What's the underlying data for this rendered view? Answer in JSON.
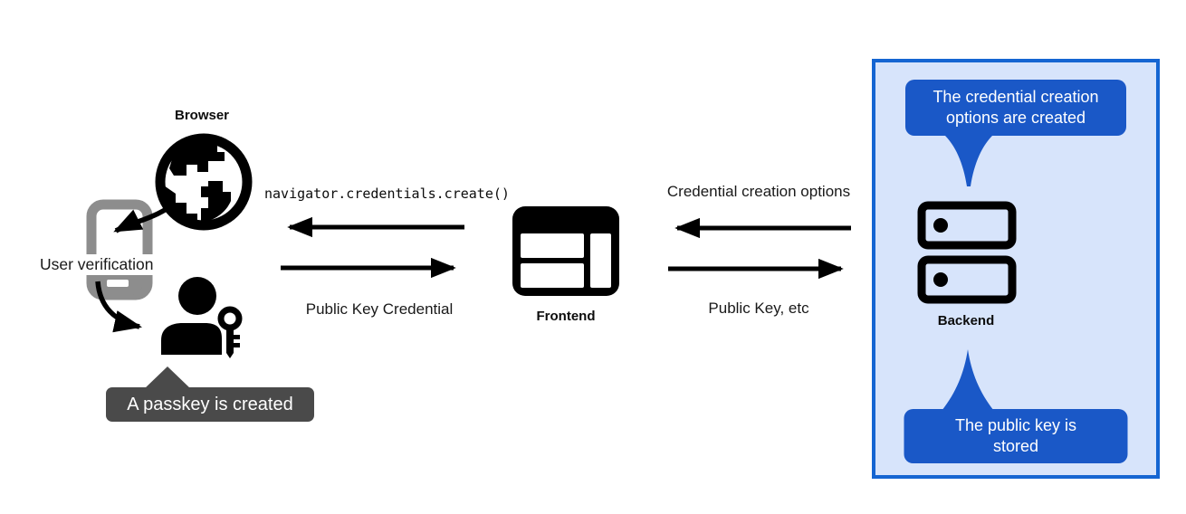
{
  "nodes": {
    "browser": {
      "label": "Browser"
    },
    "frontend": {
      "label": "Frontend"
    },
    "backend": {
      "label": "Backend"
    }
  },
  "annotations": {
    "user_verification": "User verification",
    "passkey_tooltip": "A passkey is created",
    "credential_options_tooltip": "The credential creation options are created",
    "public_key_stored_tooltip": "The public key is stored"
  },
  "messages": {
    "frontend_to_browser": "navigator.credentials.create()",
    "browser_to_frontend": "Public Key Credential",
    "backend_to_frontend": "Credential creation options",
    "frontend_to_backend": "Public Key, etc"
  },
  "icons": {
    "browser": "globe-icon",
    "authenticator": "smartphone-icon",
    "user": "person-key-icon",
    "frontend": "browser-window-icon",
    "backend": "server-stack-icon"
  },
  "colors": {
    "callout_blue": "#1a58c7",
    "panel_border_blue": "#1565d2",
    "panel_background": "#d7e4fb",
    "dark_tooltip_gray": "#4a4a4a",
    "phone_gray": "#8d8d8d",
    "icon_black": "#000000"
  }
}
